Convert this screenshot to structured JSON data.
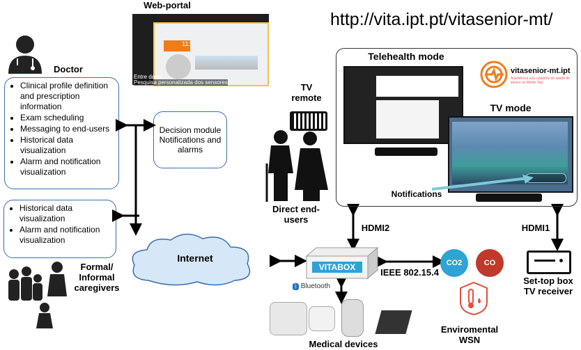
{
  "url": "http://vita.ipt.pt/vitasenior-mt/",
  "web_portal": {
    "label": "Web-portal",
    "caption_1": "Entre datas",
    "caption_2": "Pesquisa personalizada dos sensores",
    "clock": "11:"
  },
  "doctor": {
    "label": "Doctor",
    "items": [
      "Clinical profile definition and prescription information",
      "Exam scheduling",
      "Messaging to end-users",
      "Historical data visualization",
      "Alarm and notification visualization"
    ]
  },
  "decision": {
    "text": "Decision module Notifications and alarms"
  },
  "caregivers": {
    "label": "Formal/ Informal caregivers",
    "items": [
      "Historical data visualization",
      "Alarm and notification visualization"
    ]
  },
  "internet": "Internet",
  "tv_remote": "TV remote",
  "end_users": "Direct end-users",
  "telehealth": "Telehealth mode",
  "tv_mode": "TV mode",
  "notifications": "Notifications",
  "logo": {
    "name": "vitasenior-mt.ipt",
    "subtitle": "Assistência aos cuidados de saúde de idosos no Médio Tejo"
  },
  "hdmi2": "HDMI2",
  "hdmi1": "HDMI1",
  "vitabox": "VITABOX",
  "bluetooth": "Bluetooth",
  "ieee": "IEEE 802.15.4",
  "co2": "CO2",
  "co": "CO",
  "wsn": "Enviromental WSN",
  "medical": "Medical devices",
  "settop": "Set-top box TV receiver",
  "colors": {
    "box_border": "#3b6db0",
    "vitabox": "#2ea3d6",
    "sensor": "#c0392b",
    "accent": "#f07d1a"
  }
}
